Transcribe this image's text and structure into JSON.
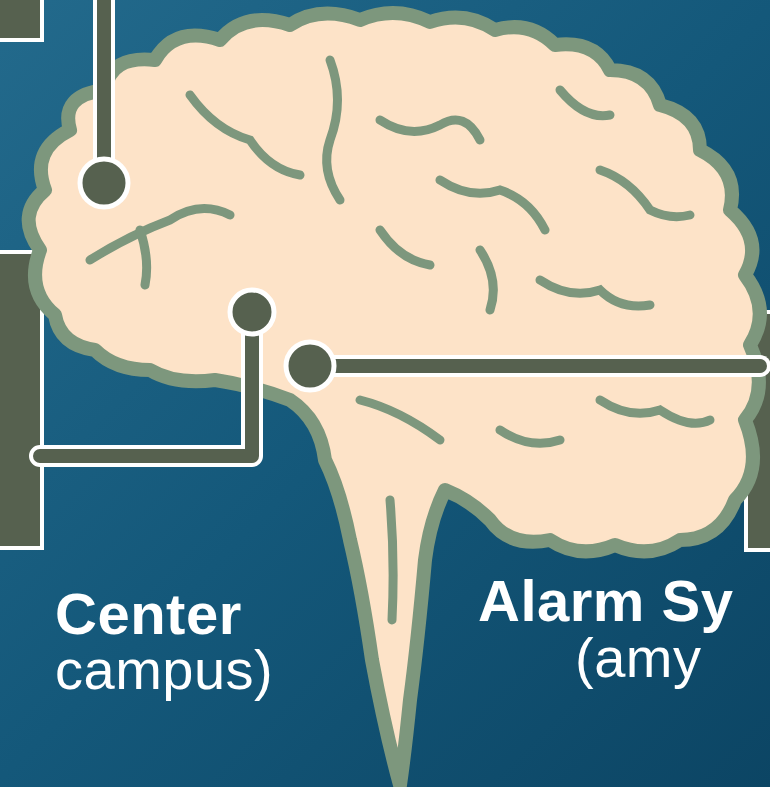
{
  "diagram": {
    "labels": [
      "Center",
      "campus)",
      "Alarm Sy",
      "(amy"
    ]
  }
}
